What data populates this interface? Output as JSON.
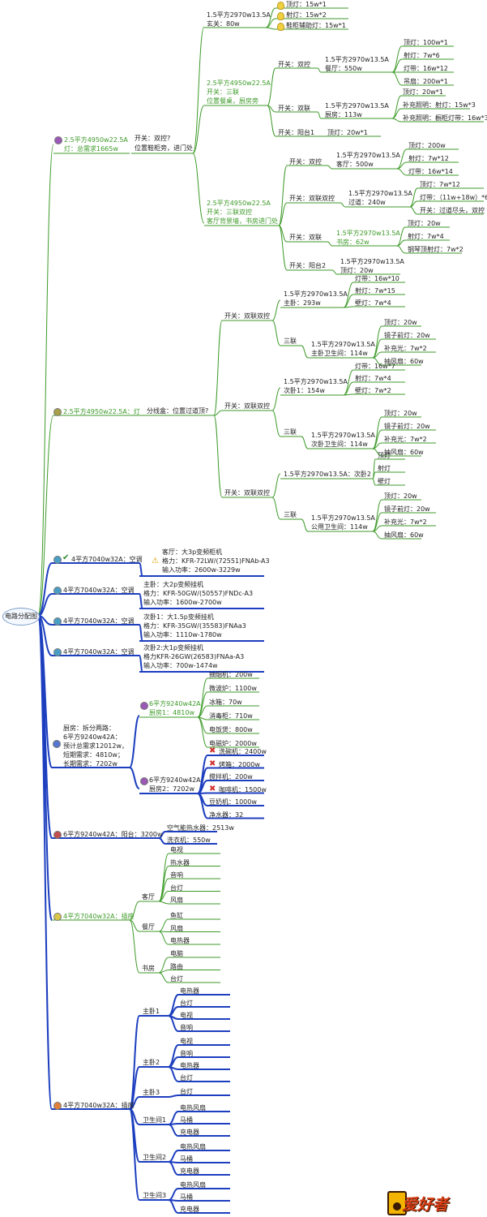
{
  "root": {
    "label": "电路分配图"
  },
  "colors": {
    "green": "#3c9a28",
    "blue": "#1d3fbf",
    "black": "#222222",
    "red": "#d03030"
  },
  "icons": {
    "priority": "priority-circle-icon",
    "bulb": "light-bulb-icon",
    "warning": "warning-icon",
    "check": "check-icon",
    "cross": "cross-icon"
  },
  "lighting1": {
    "label": "2.5平方4950w22.5A",
    "demand": "灯：总需求1665w",
    "switch": "开关：双控?",
    "location": "位置鞋柜旁，进门处",
    "entrance": {
      "spec": "1.5平方2970w13.5A",
      "room": "玄关：80w",
      "items": [
        "顶灯：15w*1",
        "射灯：15w*2",
        "鞋柜辅助灯：15w*1"
      ]
    },
    "groupA": {
      "spec": "2.5平方4950w22.5A",
      "switch": "开关：三联",
      "loc": "位置餐桌，厨房旁",
      "dining": {
        "sw": "开关：双控",
        "spec": "1.5平方2970w13.5A",
        "room": "餐厅：550w",
        "items": [
          "顶灯：100w*1",
          "射灯：7w*6",
          "灯带：16w*12",
          "吊扇：200w*1"
        ]
      },
      "kitchen": {
        "sw": "开关：双联",
        "spec": "1.5平方2970w13.5A",
        "room": "厨房：113w",
        "items": [
          "顶灯：20w*1",
          "补充照明：射灯：15w*3",
          "补充照明：橱柜灯带：16w*3"
        ]
      },
      "balcony1": {
        "sw": "开关：阳台1",
        "item": "顶灯：20w*1"
      }
    },
    "groupB": {
      "spec": "2.5平方4950w22.5A",
      "switch": "开关：三联双控",
      "loc": "客厅背景墙，书房进门处",
      "living": {
        "sw": "开关：双控",
        "spec": "1.5平方2970w13.5A",
        "room": "客厅：500w",
        "items": [
          "顶灯：200w",
          "射灯：7w*12",
          "灯带：16w*14"
        ]
      },
      "corridor": {
        "sw": "开关：双联双控",
        "spec": "1.5平方2970w13.5A",
        "room": "过道：240w",
        "items": [
          "顶灯：7w*12",
          "灯带：（11w+18w）*6",
          "开关：过道尽头，双控"
        ]
      },
      "study": {
        "sw": "开关：双联",
        "spec": "1.5平方2970w13.5A",
        "room": "书房：62w",
        "items": [
          "顶灯：20w",
          "射灯：7w*4",
          "钢琴顶射灯：7w*2"
        ]
      },
      "balcony2": {
        "sw": "开关：阳台2",
        "spec": "1.5平方2970w13.5A",
        "item": "顶灯：20w"
      }
    }
  },
  "lighting2": {
    "label": "2.5平方4950w22.5A：灯",
    "box": "分线盒：位置过道顶?",
    "master": {
      "sw": "开关：双联双控",
      "spec": "1.5平方2970w13.5A",
      "room": "主卧：293w",
      "items": [
        "灯带：16w*10",
        "射灯：7w*15",
        "壁灯：7w*4"
      ],
      "triple": "三联",
      "bspec": "1.5平方2970w13.5A",
      "bath": "主卧卫生间：114w",
      "bitems": [
        "顶灯：20w",
        "镜子前灯：20w",
        "补充光：7w*2",
        "抽风扇：60w"
      ]
    },
    "second1": {
      "sw": "开关：双联双控",
      "spec": "1.5平方2970w13.5A",
      "room": "次卧1：154w",
      "items": [
        "灯带：16w*7",
        "射灯：7w*4",
        "壁灯：7w*2"
      ],
      "triple": "三联",
      "bspec": "1.5平方2970w13.5A",
      "bath": "次卧卫生间：114w",
      "bitems": [
        "顶灯：20w",
        "镜子前灯：20w",
        "补充光：7w*2",
        "抽风扇：60w"
      ]
    },
    "second2": {
      "sw": "开关：双联双控",
      "spec": "1.5平方2970w13.5A：次卧2",
      "items": [
        "顶灯",
        "射灯",
        "壁灯"
      ],
      "triple": "三联",
      "bspec": "1.5平方2970w13.5A",
      "bath": "公用卫生间：114w",
      "bitems": [
        "顶灯：20w",
        "镜子前灯：20w",
        "补充光：7w*2",
        "抽风扇：60w"
      ]
    }
  },
  "ac": [
    {
      "label": "4平方7040w32A：空调",
      "lines": [
        "客厅：大3p变频柜机",
        "格力：KFR-72LW/(72551)FNAb-A3",
        "输入功率：2600w-3229w"
      ]
    },
    {
      "label": "4平方7040w32A：空调",
      "lines": [
        "主卧：大2p变频挂机",
        "格力：KFR-50GW/(50557)FNDc-A3",
        "输入功率：1600w-2700w"
      ]
    },
    {
      "label": "4平方7040w32A：空调",
      "lines": [
        "次卧1：大1.5p变频挂机",
        "格力：KFR-35GW/(35583)FNAa3",
        "输入功率：1110w-1780w"
      ]
    },
    {
      "label": "4平方7040w32A：空调",
      "lines": [
        "次卧2:大1p变频挂机",
        "格力KFR-26GW(26583)FNAa-A3",
        "输入功率：700w-1474w"
      ]
    }
  ],
  "kitchen": {
    "label": [
      "厨房：拆分两路：",
      "6平方9240w42A：",
      "预计总需求12012w，",
      "短期需求：4810w；",
      "长期需求：7202w"
    ],
    "k1": {
      "spec": "6平方9240w42A",
      "room": "厨房1：4810w",
      "items": [
        "抽烟机：200w",
        "微波炉：1100w",
        "冰箱：70w",
        "消毒柜：710w",
        "电饭煲：800w",
        "电磁炉：2000w"
      ]
    },
    "k2": {
      "spec": "6平方9240w42A",
      "room": "厨房2：7202w",
      "items": [
        "洗碗机：2400w",
        "烤箱：2000w",
        "搅拌机：200w",
        "咖啡机：1500w",
        "豆奶机：1000w",
        "净水器：32"
      ]
    }
  },
  "balcony": {
    "label": "6平方9240w42A：阳台：3200w",
    "items": [
      "空气能热水器：2513w",
      "洗衣机：550w"
    ]
  },
  "socket1": {
    "label": "4平方7040w32A：插座",
    "rooms": [
      {
        "name": "客厅",
        "items": [
          "电视",
          "热水器",
          "音响",
          "台灯",
          "风扇"
        ]
      },
      {
        "name": "餐厅",
        "items": [
          "鱼缸",
          "风扇",
          "电热器"
        ]
      },
      {
        "name": "书房",
        "items": [
          "电脑",
          "路由",
          "台灯"
        ]
      }
    ]
  },
  "socket2": {
    "label": "4平方7040w32A：插座",
    "rooms": [
      {
        "name": "主卧1",
        "items": [
          "电热器",
          "台灯",
          "电视",
          "音响"
        ]
      },
      {
        "name": "主卧2",
        "items": [
          "电视",
          "音响",
          "电热器",
          "台灯"
        ]
      },
      {
        "name": "主卧3",
        "items": [
          "台灯"
        ]
      },
      {
        "name": "卫生间1",
        "items": [
          "电热风扇",
          "马桶",
          "充电器"
        ]
      },
      {
        "name": "卫生间2",
        "items": [
          "电热风扇",
          "马桶",
          "充电器"
        ]
      },
      {
        "name": "卫生间3",
        "items": [
          "电热风扇",
          "马桶",
          "充电器"
        ]
      }
    ]
  },
  "logo": {
    "text": "爱好者"
  }
}
